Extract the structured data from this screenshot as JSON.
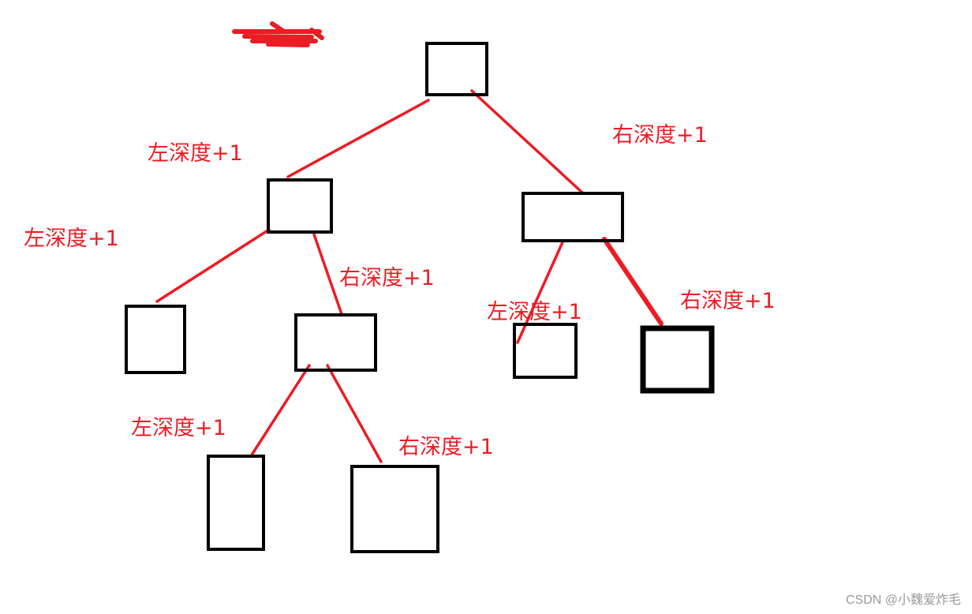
{
  "diagram": {
    "type": "binary-tree",
    "edge_color": "#ec1c24",
    "node_color": "#000000",
    "labels": [
      {
        "text": "左深度+1"
      },
      {
        "text": "右深度+1"
      },
      {
        "text": "左深度+1"
      },
      {
        "text": "右深度+1"
      },
      {
        "text": "左深度+1"
      },
      {
        "text": "右深度+1"
      },
      {
        "text": "左深度+1"
      },
      {
        "text": "右深度+1"
      }
    ]
  },
  "watermark": "CSDN @小魏爱炸毛"
}
